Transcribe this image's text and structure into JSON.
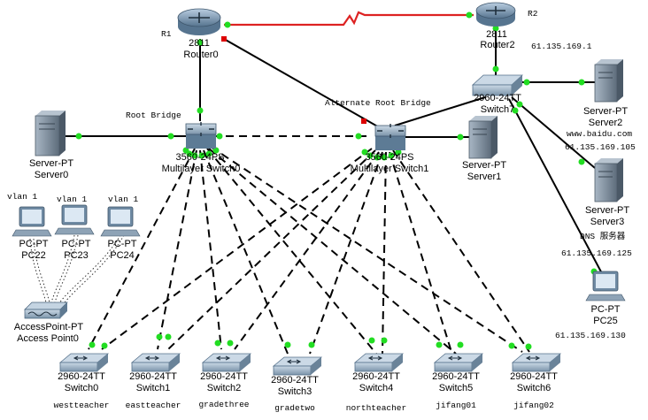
{
  "devices": {
    "router0": {
      "model": "2811",
      "name": "Router0",
      "tag": "R1"
    },
    "router2": {
      "model": "2811",
      "name": "Router2",
      "tag": "R2"
    },
    "switch7": {
      "model": "2960-24TT",
      "name": "Switch7"
    },
    "mls0": {
      "model": "3560-24PS",
      "name": "Multilayer Switch0",
      "role": "Root Bridge"
    },
    "mls1": {
      "model": "3560-24PS",
      "name": "Multilayer Switch1",
      "role": "Alternate Root Bridge"
    },
    "server0": {
      "model": "Server-PT",
      "name": "Server0"
    },
    "server1": {
      "model": "Server-PT",
      "name": "Server1"
    },
    "server2": {
      "model": "Server-PT",
      "name": "Server2",
      "url": "www.baidu.com",
      "ip": "61.135.169.105"
    },
    "server3": {
      "model": "Server-PT",
      "name": "Server3",
      "service": "DNS 服务器",
      "ip": "61.135.169.125"
    },
    "pc25": {
      "model": "PC-PT",
      "name": "PC25",
      "ip": "61.135.169.130"
    },
    "router2_ip": "61.135.169.1",
    "pc22": {
      "model": "PC-PT",
      "name": "PC22",
      "vlan": "vlan 1"
    },
    "pc23": {
      "model": "PC-PT",
      "name": "PC23",
      "vlan": "vlan 1"
    },
    "pc24": {
      "model": "PC-PT",
      "name": "PC24",
      "vlan": "vlan 1"
    },
    "ap0": {
      "model": "AccessPoint-PT",
      "name": "Access Point0"
    },
    "access_switches": [
      {
        "model": "2960-24TT",
        "name": "Switch0",
        "group": "westteacher"
      },
      {
        "model": "2960-24TT",
        "name": "Switch1",
        "group": "eastteacher"
      },
      {
        "model": "2960-24TT",
        "name": "Switch2",
        "group": "gradethree"
      },
      {
        "model": "2960-24TT",
        "name": "Switch3",
        "group": "gradetwo"
      },
      {
        "model": "2960-24TT",
        "name": "Switch4",
        "group": "northteacher"
      },
      {
        "model": "2960-24TT",
        "name": "Switch5",
        "group": "jifang01"
      },
      {
        "model": "2960-24TT",
        "name": "Switch6",
        "group": "jifang02"
      }
    ]
  },
  "colors": {
    "link": "#000000",
    "serial": "#dd2222",
    "port_up": "#22dd22",
    "port_blocked": "#dd0000",
    "router": "#6f8da6",
    "switch": "#7a95ab",
    "server": "#7c8a99"
  }
}
